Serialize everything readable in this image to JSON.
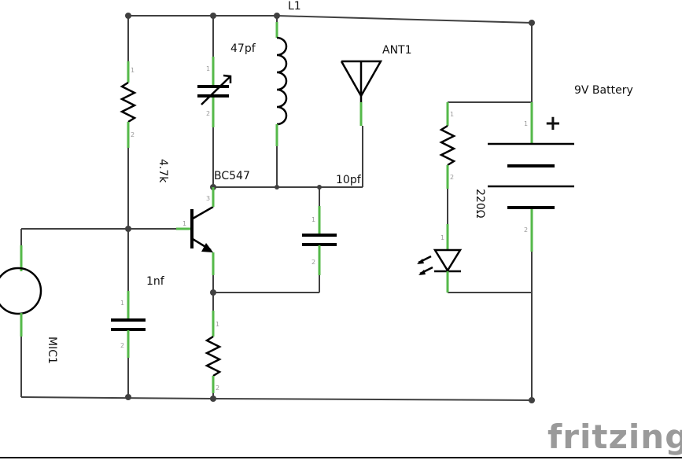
{
  "labels": {
    "inductor": "L1",
    "varcap": "47pf",
    "antenna": "ANT1",
    "battery": "9V Battery",
    "resistor_base": "4.7k",
    "transistor": "BC547",
    "cap_feedback": "10pf",
    "resistor_led": "220Ω",
    "cap_base": "1nf",
    "mic": "MIC1",
    "plus": "+",
    "logo": "fritzing"
  },
  "pins": {
    "one": "1",
    "two": "2",
    "three": "3"
  },
  "colors": {
    "wire": "#404040",
    "lead": "#55b94a",
    "logo": "#9a9a9a"
  }
}
